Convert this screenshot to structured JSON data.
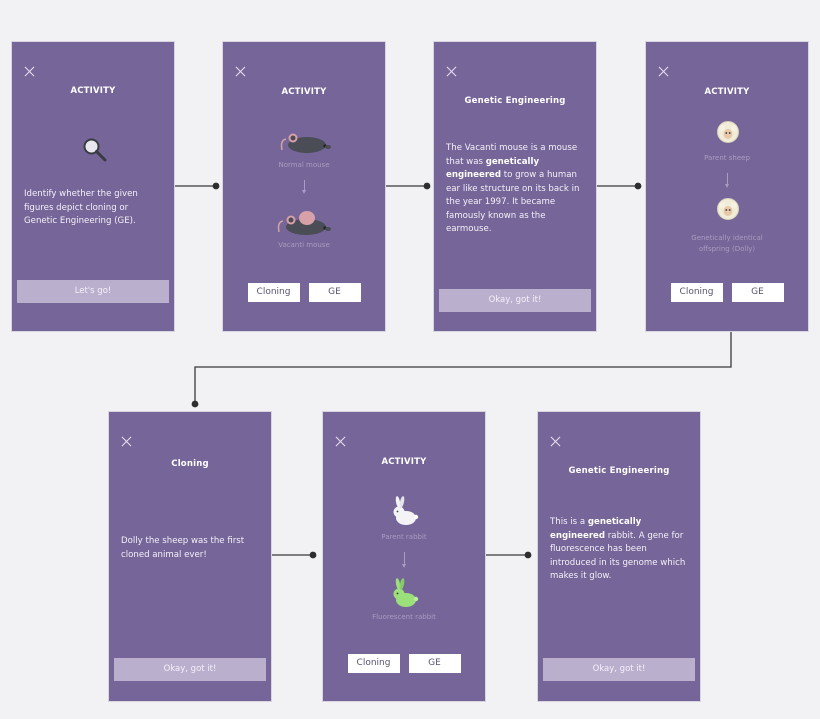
{
  "card1": {
    "title": "ACTIVITY",
    "icon": "magnifier-icon",
    "text": "Identify whether the given figures depict cloning or Genetic Engineering (GE).",
    "button": "Let's go!"
  },
  "card2": {
    "title": "ACTIVITY",
    "top_caption": "Normal mouse",
    "bottom_caption": "Vacanti mouse",
    "choice_a": "Cloning",
    "choice_b": "GE"
  },
  "card3": {
    "title": "Genetic Engineering",
    "text_pre": "The Vacanti mouse is a mouse that was ",
    "text_bold": "genetically engineered",
    "text_post": " to grow a human ear like structure on its back in the year 1997. It became famously known as the earmouse.",
    "button": "Okay, got it!"
  },
  "card4": {
    "title": "ACTIVITY",
    "top_caption": "Parent sheep",
    "bottom_caption": "Genetically identical offspring (Dolly)",
    "choice_a": "Cloning",
    "choice_b": "GE"
  },
  "card5": {
    "title": "Cloning",
    "text": "Dolly the sheep was the first cloned animal ever!",
    "button": "Okay, got it!"
  },
  "card6": {
    "title": "ACTIVITY",
    "top_caption": "Parent rabbit",
    "bottom_caption": "Fluorescent rabbit",
    "choice_a": "Cloning",
    "choice_b": "GE"
  },
  "card7": {
    "title": "Genetic Engineering",
    "text_pre": "This is a ",
    "text_bold": "genetically engineered",
    "text_post": " rabbit. A gene for fluorescence has been introduced in its genome which makes it glow.",
    "button": "Okay, got it!"
  },
  "colors": {
    "card": "#766598",
    "background": "#f2f2f4",
    "connector": "#3a3a3a",
    "fluorescent": "#9be07a"
  }
}
